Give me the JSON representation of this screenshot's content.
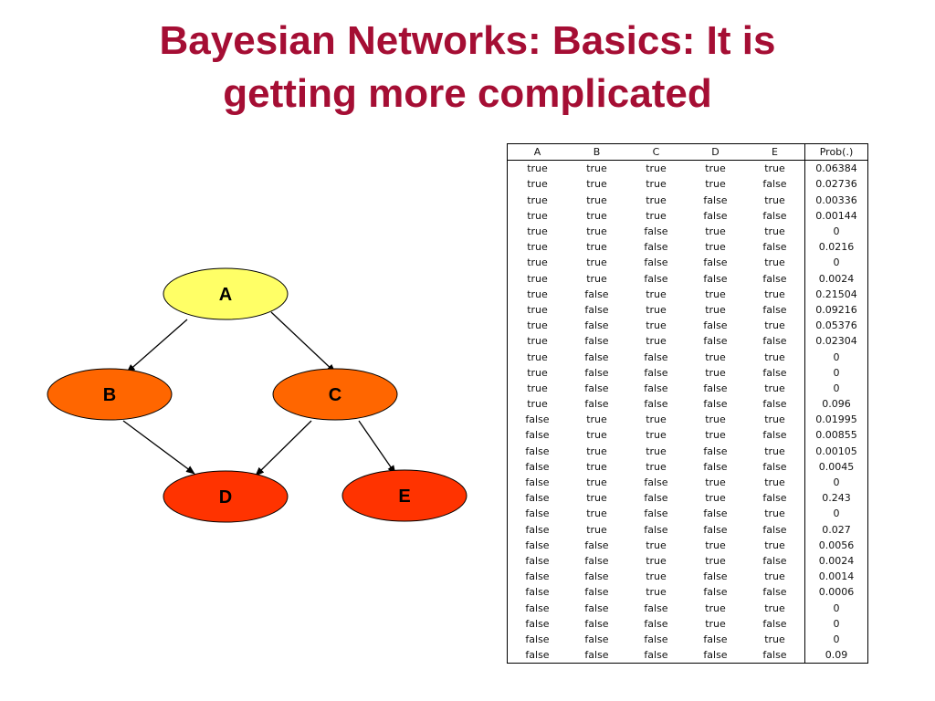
{
  "title": {
    "line1": "Bayesian Networks: Basics: It is",
    "line2": "getting more complicated"
  },
  "colors": {
    "title": "#a50e34",
    "node_a": "#ffff66",
    "node_b": "#ff6600",
    "node_c": "#ff6600",
    "node_d": "#ff3300",
    "node_e": "#ff3300"
  },
  "network": {
    "nodes": [
      {
        "id": "A",
        "label": "A"
      },
      {
        "id": "B",
        "label": "B"
      },
      {
        "id": "C",
        "label": "C"
      },
      {
        "id": "D",
        "label": "D"
      },
      {
        "id": "E",
        "label": "E"
      }
    ],
    "edges": [
      {
        "from": "A",
        "to": "B"
      },
      {
        "from": "A",
        "to": "C"
      },
      {
        "from": "B",
        "to": "D"
      },
      {
        "from": "C",
        "to": "D"
      },
      {
        "from": "C",
        "to": "E"
      }
    ]
  },
  "table": {
    "headers": [
      "A",
      "B",
      "C",
      "D",
      "E",
      "Prob(.)"
    ],
    "rows": [
      [
        "true",
        "true",
        "true",
        "true",
        "true",
        "0.06384"
      ],
      [
        "true",
        "true",
        "true",
        "true",
        "false",
        "0.02736"
      ],
      [
        "true",
        "true",
        "true",
        "false",
        "true",
        "0.00336"
      ],
      [
        "true",
        "true",
        "true",
        "false",
        "false",
        "0.00144"
      ],
      [
        "true",
        "true",
        "false",
        "true",
        "true",
        "0"
      ],
      [
        "true",
        "true",
        "false",
        "true",
        "false",
        "0.0216"
      ],
      [
        "true",
        "true",
        "false",
        "false",
        "true",
        "0"
      ],
      [
        "true",
        "true",
        "false",
        "false",
        "false",
        "0.0024"
      ],
      [
        "true",
        "false",
        "true",
        "true",
        "true",
        "0.21504"
      ],
      [
        "true",
        "false",
        "true",
        "true",
        "false",
        "0.09216"
      ],
      [
        "true",
        "false",
        "true",
        "false",
        "true",
        "0.05376"
      ],
      [
        "true",
        "false",
        "true",
        "false",
        "false",
        "0.02304"
      ],
      [
        "true",
        "false",
        "false",
        "true",
        "true",
        "0"
      ],
      [
        "true",
        "false",
        "false",
        "true",
        "false",
        "0"
      ],
      [
        "true",
        "false",
        "false",
        "false",
        "true",
        "0"
      ],
      [
        "true",
        "false",
        "false",
        "false",
        "false",
        "0.096"
      ],
      [
        "false",
        "true",
        "true",
        "true",
        "true",
        "0.01995"
      ],
      [
        "false",
        "true",
        "true",
        "true",
        "false",
        "0.00855"
      ],
      [
        "false",
        "true",
        "true",
        "false",
        "true",
        "0.00105"
      ],
      [
        "false",
        "true",
        "true",
        "false",
        "false",
        "0.0045"
      ],
      [
        "false",
        "true",
        "false",
        "true",
        "true",
        "0"
      ],
      [
        "false",
        "true",
        "false",
        "true",
        "false",
        "0.243"
      ],
      [
        "false",
        "true",
        "false",
        "false",
        "true",
        "0"
      ],
      [
        "false",
        "true",
        "false",
        "false",
        "false",
        "0.027"
      ],
      [
        "false",
        "false",
        "true",
        "true",
        "true",
        "0.0056"
      ],
      [
        "false",
        "false",
        "true",
        "true",
        "false",
        "0.0024"
      ],
      [
        "false",
        "false",
        "true",
        "false",
        "true",
        "0.0014"
      ],
      [
        "false",
        "false",
        "true",
        "false",
        "false",
        "0.0006"
      ],
      [
        "false",
        "false",
        "false",
        "true",
        "true",
        "0"
      ],
      [
        "false",
        "false",
        "false",
        "true",
        "false",
        "0"
      ],
      [
        "false",
        "false",
        "false",
        "false",
        "true",
        "0"
      ],
      [
        "false",
        "false",
        "false",
        "false",
        "false",
        "0.09"
      ]
    ]
  }
}
